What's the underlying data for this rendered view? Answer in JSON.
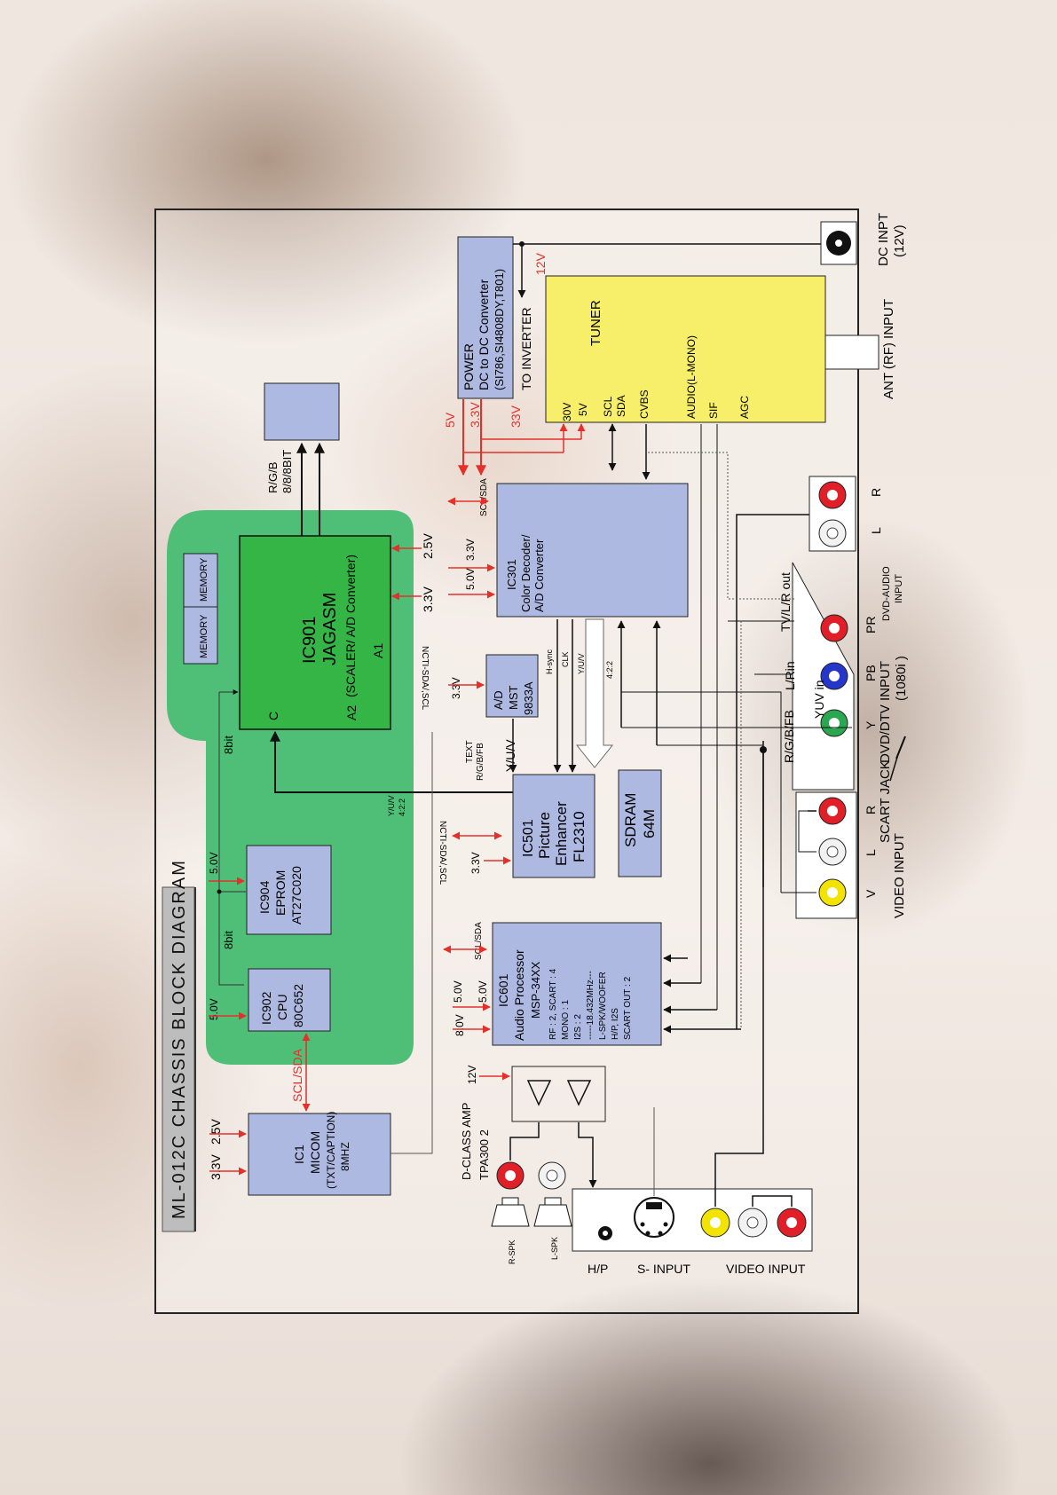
{
  "title": "ML-012C CHASSIS BLOCK DIAGRAM",
  "blocks": {
    "power": [
      "POWER",
      "DC to DC  Converter",
      "(SI786,SI4808DY,T801)"
    ],
    "tuner": "TUNER",
    "tuner_pins": [
      "30V",
      "5V",
      "SCL",
      "SDA",
      "CVBS",
      "AUDIO(L-MONO)",
      "SIF",
      "AGC"
    ],
    "ic901": [
      "IC901",
      "JAGASM",
      "(SCALER/ A/D Converter)"
    ],
    "ic901_ports": {
      "a1": "A1",
      "a2": "A2",
      "c": "C"
    },
    "memory": [
      "MEMORY",
      "MEMORY"
    ],
    "ic301": [
      "IC301",
      "Color Decoder/",
      "A/D Converter"
    ],
    "ad": [
      "A/D",
      "MST",
      "9833A"
    ],
    "ic501": [
      "IC501",
      "Picture",
      "Enhancer",
      "FL2310"
    ],
    "sdram": [
      "SDRAM",
      "64M"
    ],
    "ic904": [
      "IC904",
      "EPROM",
      "AT27C020"
    ],
    "ic902": [
      "IC902",
      "CPU",
      "80C652"
    ],
    "ic1": [
      "IC1",
      "MICOM",
      "(TXT/CAPTION)",
      "8MHZ"
    ],
    "ic601": [
      "IC601",
      "Audio  Processor",
      "MSP-34XX",
      "RF : 2, SCART : 4",
      "MONO : 1",
      "I2S : 2",
      "-----18.432MHz---",
      "L-SPK/WOOFER",
      "H/P, I2S",
      "SCART OUT : 2"
    ],
    "amp": [
      "D-CLASS AMP",
      "TPA300   2"
    ]
  },
  "labels": {
    "rgb_bits": [
      "R/G/B",
      "8/8/8BIT"
    ],
    "to_inverter": "TO INVERTER",
    "twelve_v": "12V",
    "pwr_out": [
      "5V",
      "3.3V",
      "33V"
    ],
    "v25": "2.5V",
    "v33": "3.3V",
    "v50": "5.0V",
    "v80": "8.0V",
    "v12": "12V",
    "scl_sda": "SCL/SDA",
    "scl_sda_red": "SCL/SDA",
    "ncti": "NCTI-SDA/,SCL",
    "hsync": "H-sync",
    "clk": "CLK",
    "yuv": "Y/U/V",
    "yuv_big": "Y/U/V",
    "yuv422": [
      "Y/U/V",
      "4:2:2"
    ],
    "y422": "4:2:2",
    "text_rgb": [
      "TEXT",
      "R/G/B/FB"
    ],
    "bit8": "8bit",
    "dc_input": [
      "DC INPT",
      "(12V)"
    ],
    "ant_input": "ANT (RF) INPUT",
    "dvd_audio": [
      "DVD-AUDIO",
      "INPUT"
    ],
    "lr": [
      "L",
      "R"
    ],
    "ypbpr": [
      "Y",
      "PB",
      "PR"
    ],
    "dvd_dtv": [
      "DVD/DTV INPUT",
      "(1080i )"
    ],
    "scart_jack": "SCART JACK",
    "scart_lines": [
      "TV/L/R out",
      "L/Rin",
      "YUV in",
      "R/G/B/FB"
    ],
    "vlr": [
      "V",
      "L",
      "R"
    ],
    "video_input": "VIDEO INPUT",
    "video_input_side": "VIDEO INPUT",
    "hp": "H/P",
    "s_input": "S- INPUT",
    "r_spk": "R-SPK",
    "l_spk": "L-SPK"
  },
  "colors": {
    "green_panel": "#4fbf78",
    "green_chip": "#35b545",
    "block_fill": "#aeb9e2",
    "tuner": "#f7ef6a",
    "red": "#e5302a",
    "jack_red": "#e01f28",
    "jack_yellow": "#f2e400",
    "jack_white": "#f2f2f2",
    "jack_green": "#2aa850",
    "jack_blue": "#2537c8"
  }
}
